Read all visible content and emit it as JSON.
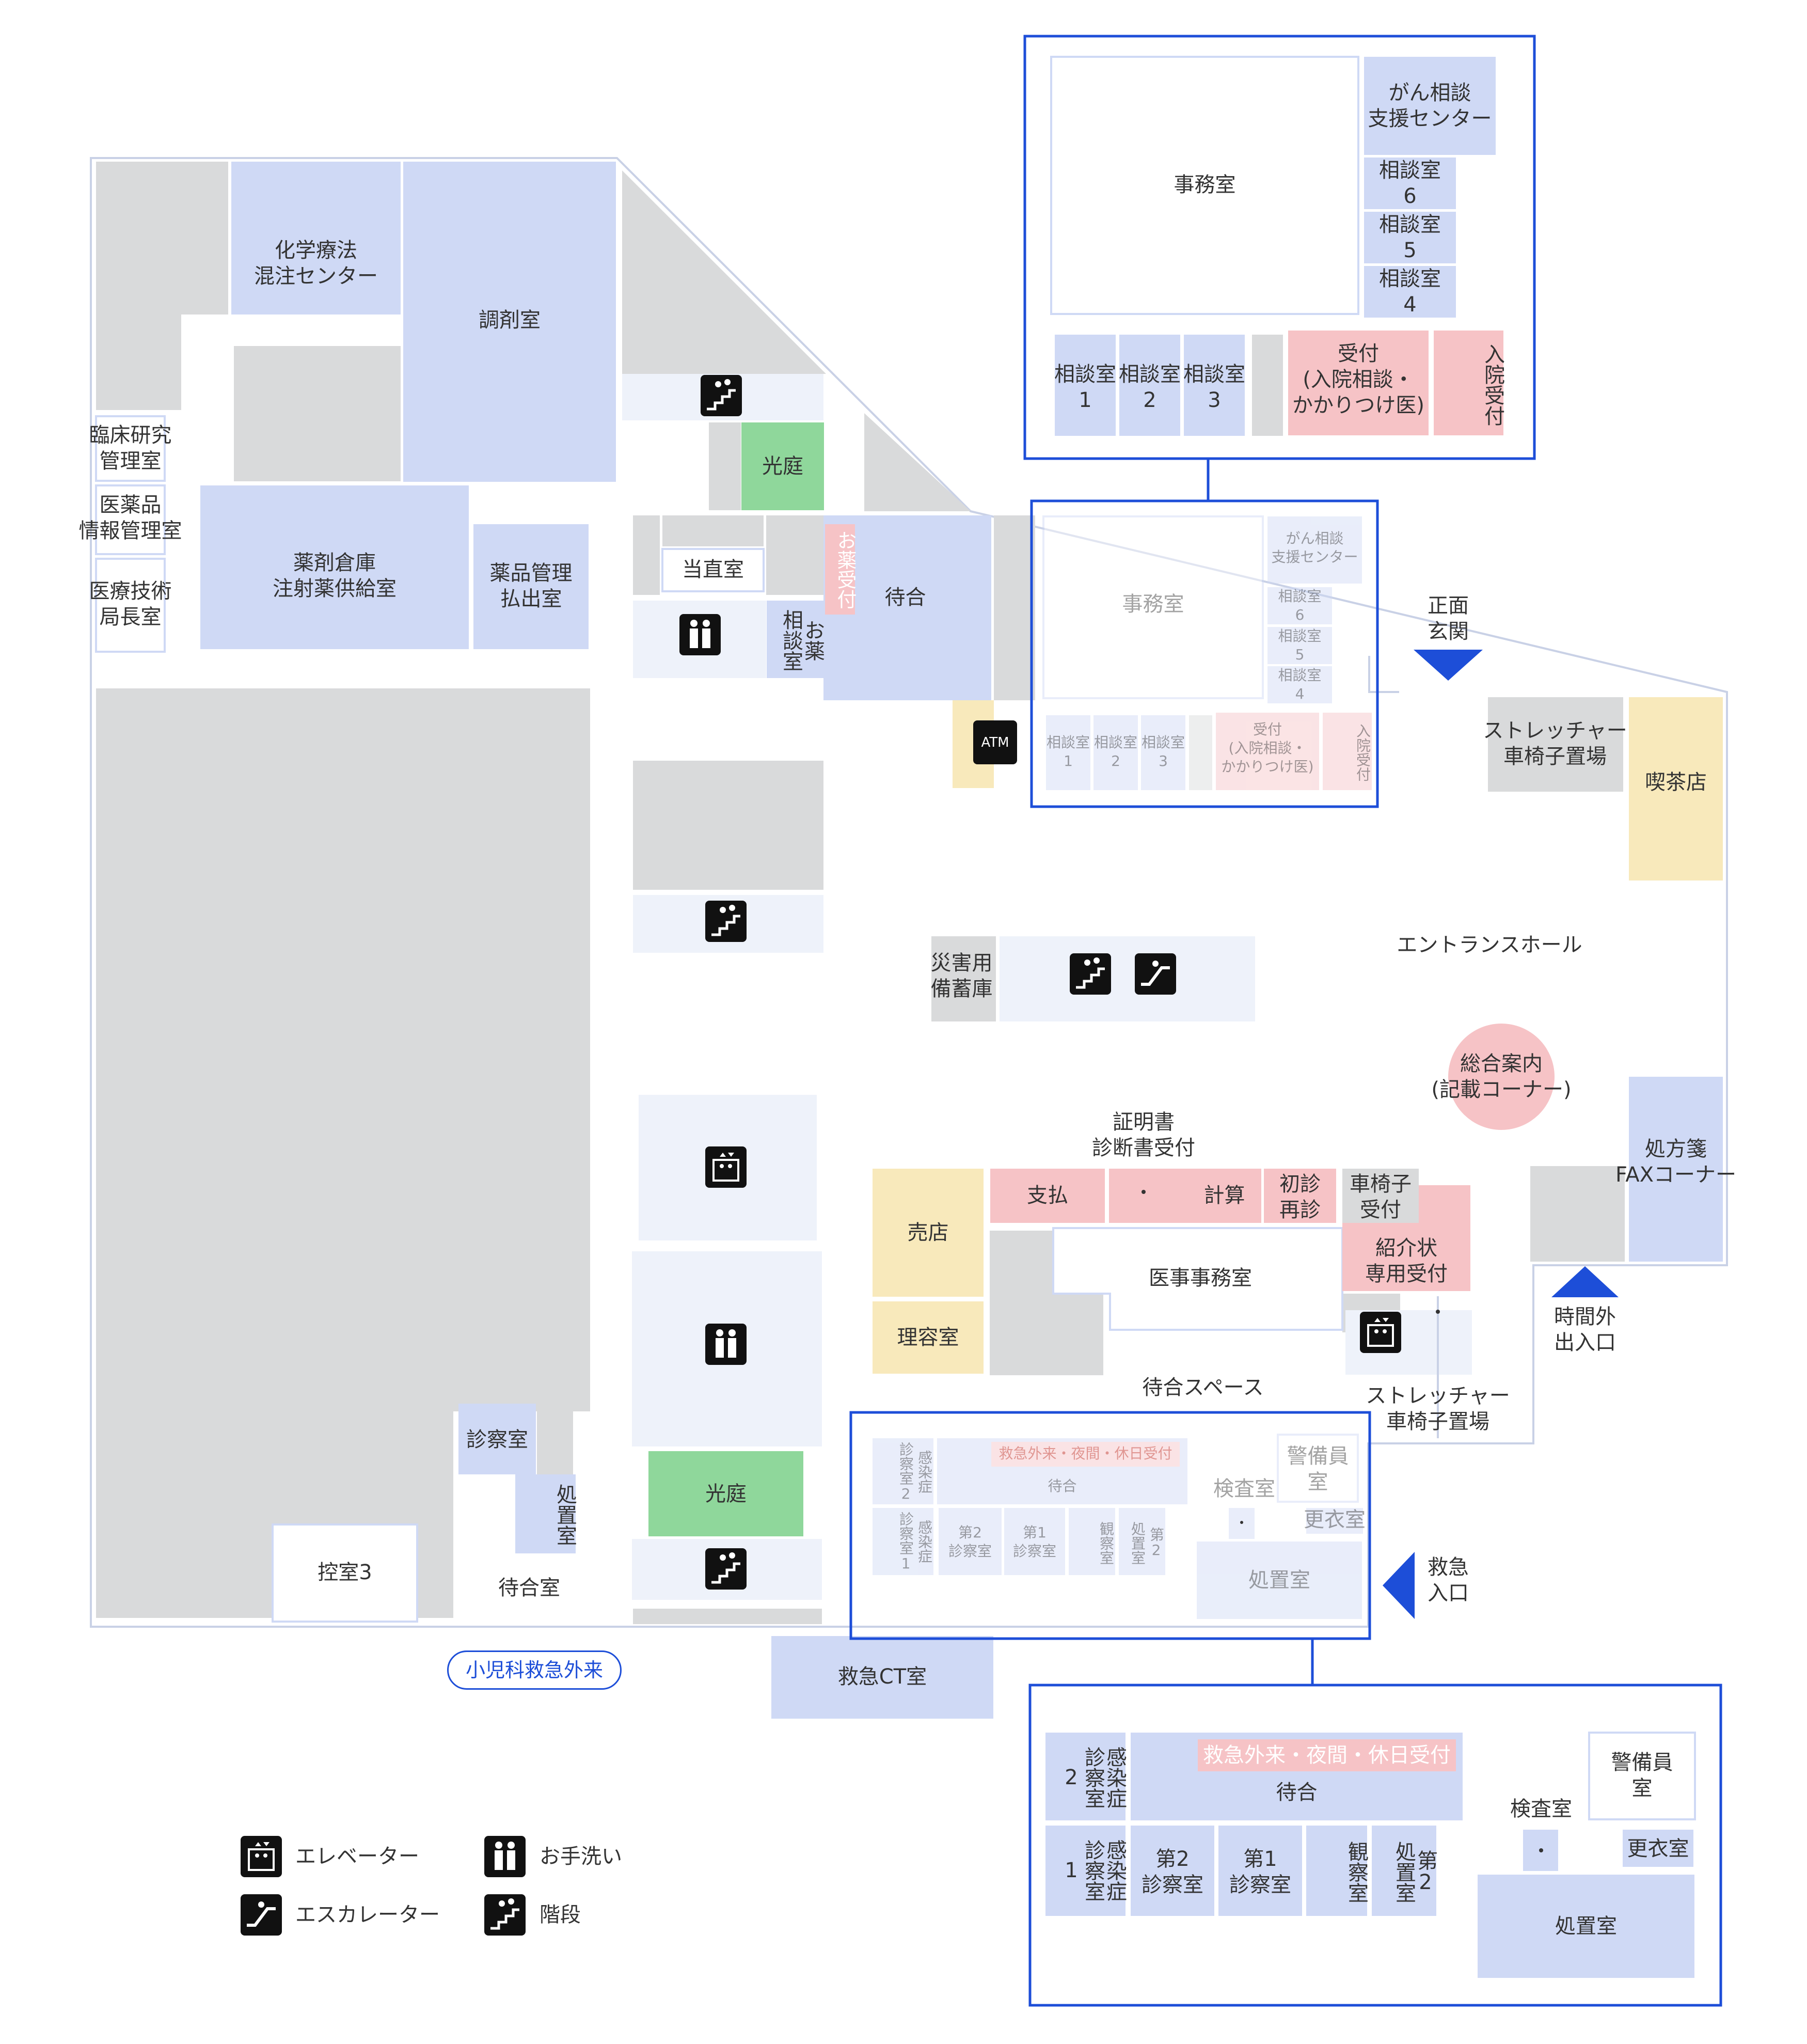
{
  "colors": {
    "room_blue": "#cfd9f5",
    "gray": "#d9dadb",
    "pink": "#f6c3c6",
    "green": "#8fd79b",
    "yellow": "#f8e9bb",
    "pale": "#eef2fa",
    "accent": "#1d4ed8"
  },
  "rooms": {
    "chemo": "化学療法\n混注センター",
    "dispensing": "調剤室",
    "clinical_research": "臨床研究\n管理室",
    "drug_info": "医薬品\n情報管理室",
    "med_tech": "医療技術\n局長室",
    "drug_storage": "薬剤倉庫\n注射薬供給室",
    "drug_mgmt": "薬品管理\n払出室",
    "courtyard_top": "光庭",
    "night_duty": "当直室",
    "medicine_reception": "お薬受付",
    "medicine_consult": "お薬\n相談室",
    "waiting_top": "待合",
    "atm": "ATM",
    "disaster_storage": "災害用\n備蓄庫",
    "entrance_hall": "エントランスホール",
    "front_entrance": "正面\n玄関",
    "stretcher_top": "ストレッチャー\n車椅子置場",
    "cafe": "喫茶店",
    "info_desk": "総合案内\n(記載コーナー)",
    "prescription_fax": "処方箋\nFAXコーナー",
    "after_hours": "時間外\n出入口",
    "certificates": "証明書\n診断書受付",
    "shop": "売店",
    "payment": "支払",
    "calculation": "計算",
    "first_visit": "初診\n再診",
    "wheelchair_reception": "車椅子\n受付",
    "referral": "紹介状\n専用受付",
    "medical_affairs": "医事事務室",
    "barber": "理容室",
    "waiting_space": "待合スペース",
    "stretcher_bottom": "ストレッチャー\n車椅子置場",
    "courtyard_bottom": "光庭",
    "exam_room": "診察室",
    "treatment_room_left": "処置室",
    "waiting_room": "待合室",
    "standby3": "控室3",
    "emergency_entrance": "救急\n入口",
    "emergency_ct": "救急CT室",
    "pediatric_emergency": "小児科救急外来"
  },
  "callout_top": {
    "office": "事務室",
    "cancer_support": "がん相談\n支援センター",
    "consult6": "相談室\n6",
    "consult5": "相談室\n5",
    "consult4": "相談室\n4",
    "consult1": "相談室\n1",
    "consult2": "相談室\n2",
    "consult3": "相談室\n3",
    "reception": "受付\n(入院相談・\nかかりつけ医)",
    "admission": "入院受付"
  },
  "callout_bottom": {
    "er_reception": "救急外来・夜間・休日受付",
    "waiting": "待合",
    "security": "警備員\n室",
    "lab": "検査室",
    "changing": "更衣室",
    "infection2": "感染症\n診察室2",
    "infection1": "感染症\n診察室1",
    "exam2": "第2\n診察室",
    "exam1": "第1\n診察室",
    "observation": "観察室",
    "treatment2": "第2\n処置室",
    "treatment": "処置室"
  },
  "legend": {
    "elevator": "エレベーター",
    "escalator": "エスカレーター",
    "restroom": "お手洗い",
    "stairs": "階段"
  }
}
